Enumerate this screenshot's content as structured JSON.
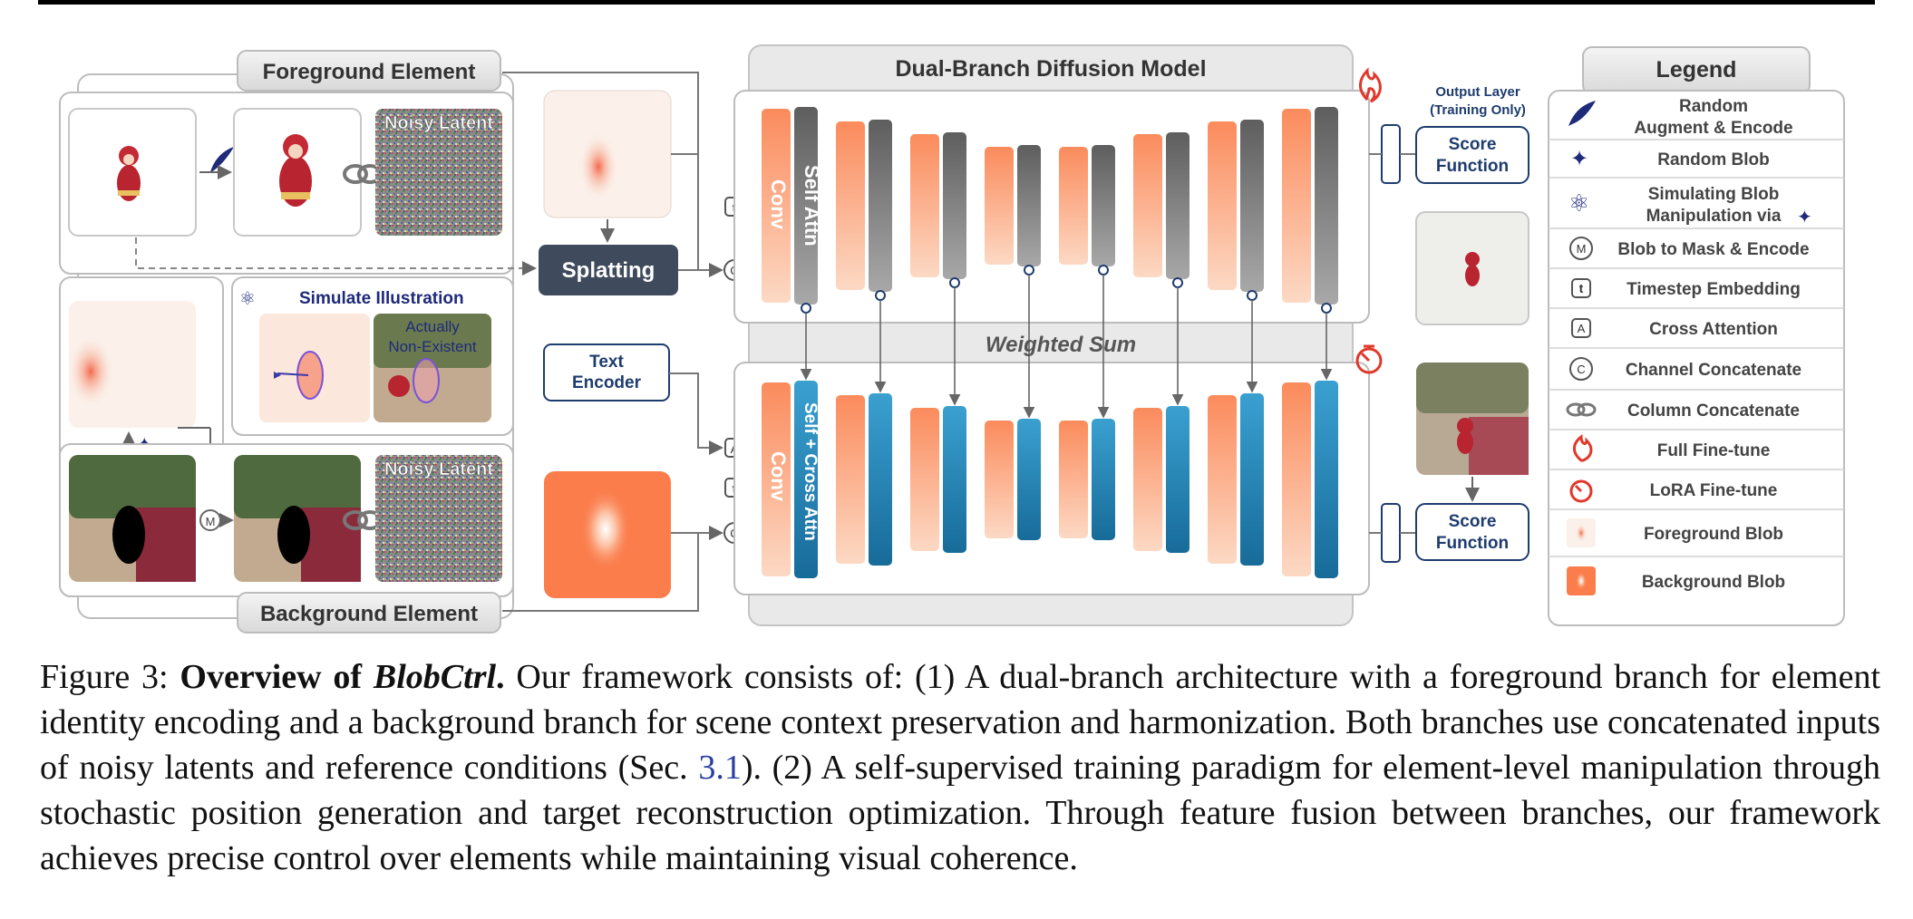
{
  "figure": {
    "foreground_title": "Foreground Element",
    "background_title": "Background Element",
    "noisy_latent_fg": "Noisy Latent",
    "noisy_latent_bg": "Noisy Latent",
    "splatting": "Splatting",
    "simulate_title": "Simulate Illustration",
    "actually_line1": "Actually",
    "actually_line2": "Non-Existent",
    "text_encoder_line1": "Text",
    "text_encoder_line2": "Encoder",
    "model_title": "Dual-Branch Diffusion Model",
    "conv_top": "Conv",
    "self_attn": "Self Attn",
    "conv_bottom": "Conv",
    "self_cross_attn": "Self + Cross Attn",
    "weighted_sum": "Weighted Sum",
    "output_layer_line1": "Output Layer",
    "output_layer_line2": "(Training Only)",
    "score_top_line1": "Score",
    "score_top_line2": "Function",
    "score_bottom_line1": "Score",
    "score_bottom_line2": "Function",
    "symbol_t": "t",
    "symbol_c": "C",
    "symbol_a": "A",
    "symbol_m": "M",
    "colors": {
      "orange": "#fb8b5c",
      "gray": "#7a7a7a",
      "blue": "#1f86b8",
      "navy": "#1e3c6e",
      "dark_box": "#3f4b5c",
      "flame": "#e0392b"
    }
  },
  "legend": {
    "title": "Legend",
    "items": [
      {
        "line1": "Random",
        "line2": "Augment & Encode",
        "icon": "quill-icon"
      },
      {
        "line1": "Random Blob",
        "line2": "",
        "icon": "sparkle-icon"
      },
      {
        "line1": "Simulating Blob",
        "line2": "Manipulation via",
        "icon": "atom-icon"
      },
      {
        "line1": "Blob to Mask & Encode",
        "line2": "",
        "icon": "m-circle-icon"
      },
      {
        "line1": "Timestep Embedding",
        "line2": "",
        "icon": "t-square-icon"
      },
      {
        "line1": "Cross Attention",
        "line2": "",
        "icon": "a-square-icon"
      },
      {
        "line1": "Channel Concatenate",
        "line2": "",
        "icon": "c-circle-icon"
      },
      {
        "line1": "Column Concatenate",
        "line2": "",
        "icon": "link-icon"
      },
      {
        "line1": "Full Fine-tune",
        "line2": "",
        "icon": "flame-icon"
      },
      {
        "line1": "LoRA Fine-tune",
        "line2": "",
        "icon": "timer-icon"
      },
      {
        "line1": "Foreground Blob",
        "line2": "",
        "icon": "foreground-blob-icon"
      },
      {
        "line1": "Background Blob",
        "line2": "",
        "icon": "background-blob-icon"
      }
    ]
  },
  "caption": {
    "prefix": "Figure 3: ",
    "bold": "Overview of ",
    "bold_italic": "BlobCtrl",
    "bold_end": ".",
    "text1": " Our framework consists of: (1) A dual-branch architecture with a foreground branch for element identity encoding and a background branch for scene context preservation and harmonization. Both branches use concatenated inputs of noisy latents and reference conditions (Sec. ",
    "ref": "3.1",
    "text2": "). (2) A self-supervised training paradigm for element-level manipulation through stochastic position generation and target reconstruction optimization. Through feature fusion between branches, our framework achieves precise control over elements while maintaining visual coherence."
  }
}
